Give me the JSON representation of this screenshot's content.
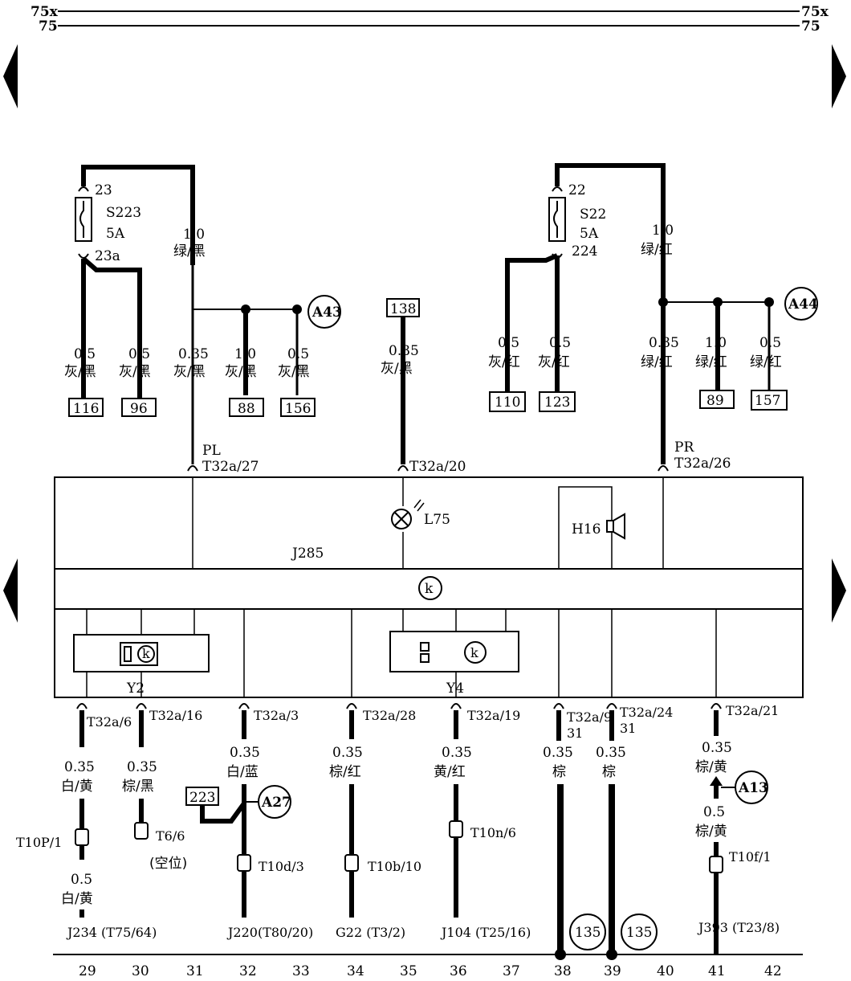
{
  "bus": {
    "left_top": "75x",
    "left_bottom": "75",
    "right_top": "75x",
    "right_bottom": "75"
  },
  "fuses": [
    {
      "name": "S223",
      "rating": "5A",
      "in_pin": "23",
      "out_pin": "23a"
    },
    {
      "name": "S22",
      "rating": "5A",
      "in_pin": "22",
      "out_pin": "224"
    }
  ],
  "upper_wires": [
    {
      "gauge": "1.0",
      "color": "绿/黑"
    },
    {
      "gauge": "1.0",
      "color": "绿/红"
    },
    {
      "gauge": "0.5",
      "color": "灰/黑",
      "ref": "116"
    },
    {
      "gauge": "0.5",
      "color": "灰/黑",
      "ref": "96"
    },
    {
      "gauge": "0.35",
      "color": "灰/黑"
    },
    {
      "gauge": "1.0",
      "color": "灰/黑",
      "ref": "88"
    },
    {
      "gauge": "0.5",
      "color": "灰/黑",
      "ref": "156"
    },
    {
      "gauge": "0.35",
      "color": "灰/黑",
      "ref_top": "138"
    },
    {
      "gauge": "0.5",
      "color": "灰/红",
      "ref": "110"
    },
    {
      "gauge": "0.5",
      "color": "灰/红",
      "ref": "123"
    },
    {
      "gauge": "0.35",
      "color": "绿/红"
    },
    {
      "gauge": "1.0",
      "color": "绿/红",
      "ref": "89"
    },
    {
      "gauge": "0.5",
      "color": "绿/红",
      "ref": "157"
    }
  ],
  "ground_points": {
    "a43": "A43",
    "a44": "A44",
    "a27": "A27",
    "a13": "A13"
  },
  "top_connectors": {
    "pl_label": "PL",
    "pl_pin": "T32a/27",
    "l75_pin": "T32a/20",
    "pr_label": "PR",
    "pr_pin": "T32a/26"
  },
  "cluster": {
    "name": "J285",
    "lamp": "L75",
    "buzzer": "H16",
    "display_left": "Y2",
    "display_right": "Y4"
  },
  "bottom_wires": [
    {
      "pin": "T32a/6",
      "gauge": "0.35",
      "color": "白/黄",
      "conn": "T10P/1",
      "gauge2": "0.5",
      "color2": "白/黄",
      "dest": "J234 (T75/64)"
    },
    {
      "pin": "T32a/16",
      "gauge": "0.35",
      "color": "棕/黑",
      "conn": "T6/6",
      "note": "(空位)"
    },
    {
      "pin": "T32a/3",
      "gauge": "0.35",
      "color": "白/蓝",
      "ref": "223",
      "conn": "T10d/3",
      "dest": "J220(T80/20)"
    },
    {
      "pin": "T32a/28",
      "gauge": "0.35",
      "color": "棕/红",
      "conn": "T10b/10",
      "dest": "G22  (T3/2)"
    },
    {
      "pin": "T32a/19",
      "gauge": "0.35",
      "color": "黄/红",
      "conn": "T10n/6",
      "dest": "J104 (T25/16)"
    },
    {
      "pin": "T32a/9",
      "sub": "31",
      "gauge": "0.35",
      "color": "棕",
      "ref": "135"
    },
    {
      "pin": "T32a/24",
      "sub": "31",
      "gauge": "0.35",
      "color": "棕",
      "ref": "135"
    },
    {
      "pin": "T32a/21",
      "gauge": "0.35",
      "color": "棕/黄",
      "gauge2": "0.5",
      "color2": "棕/黄",
      "conn": "T10f/1",
      "dest": "J393 (T23/8)"
    }
  ],
  "positions": [
    "29",
    "30",
    "31",
    "32",
    "33",
    "34",
    "35",
    "36",
    "37",
    "38",
    "39",
    "40",
    "41",
    "42"
  ]
}
